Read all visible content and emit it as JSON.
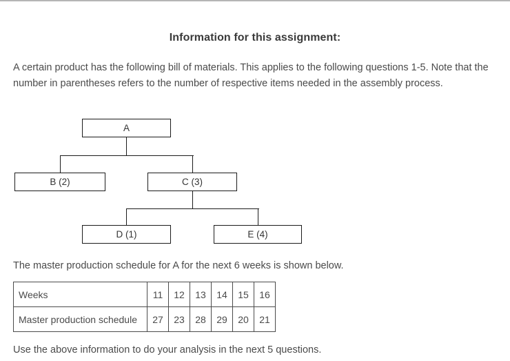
{
  "title": "Information for this assignment:",
  "intro_paragraph": "A certain product has the following bill of materials. This applies to the following questions 1-5. Note that the number in parentheses refers to the number of respective items needed in the assembly process.",
  "bom_tree": {
    "nodes": [
      {
        "id": "A",
        "label": "A"
      },
      {
        "id": "B",
        "label": "B (2)"
      },
      {
        "id": "C",
        "label": "C (3)"
      },
      {
        "id": "D",
        "label": "D (1)"
      },
      {
        "id": "E",
        "label": "E (4)"
      }
    ],
    "edges": [
      {
        "from": "A",
        "to": "B"
      },
      {
        "from": "A",
        "to": "C"
      },
      {
        "from": "C",
        "to": "D"
      },
      {
        "from": "C",
        "to": "E"
      }
    ],
    "line_color": "#1a1a1a"
  },
  "mps_lead_text": "The master production schedule for A for the next 6 weeks is shown below.",
  "mps_table": {
    "rows": [
      {
        "label": "Weeks",
        "values": [
          "11",
          "12",
          "13",
          "14",
          "15",
          "16"
        ]
      },
      {
        "label": "Master production schedule",
        "values": [
          "27",
          "23",
          "28",
          "29",
          "20",
          "21"
        ]
      }
    ]
  },
  "closing_text": "Use the above information to do your analysis in the next 5 questions."
}
